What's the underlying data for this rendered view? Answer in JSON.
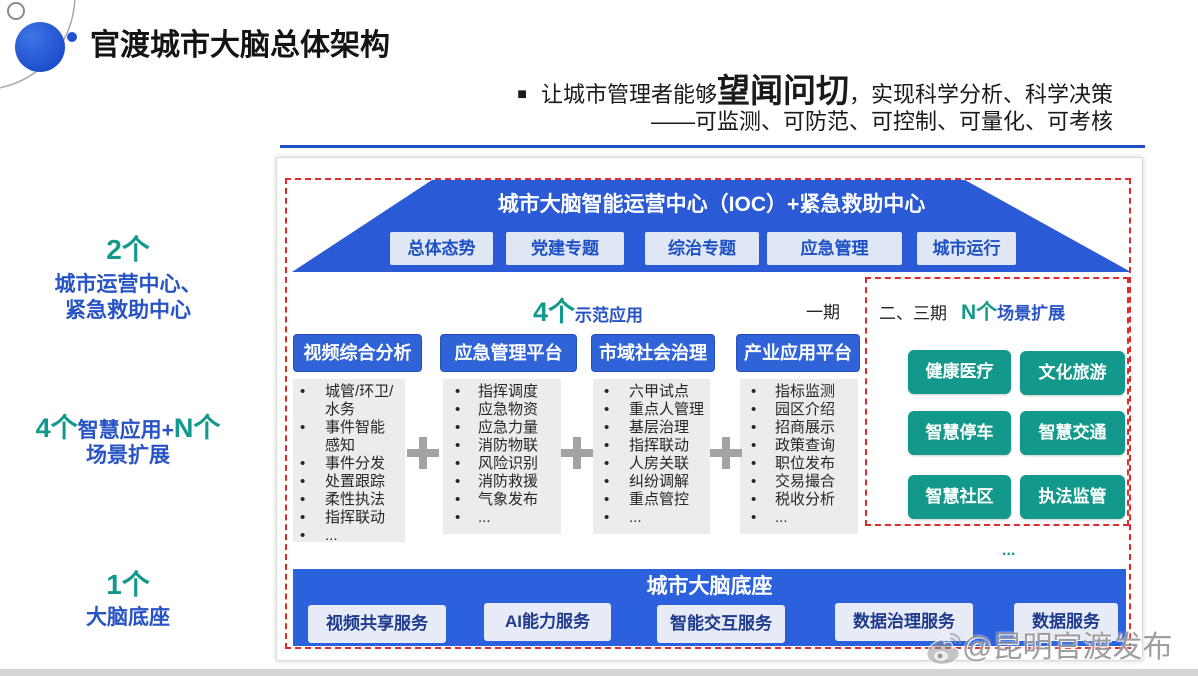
{
  "header": {
    "title": "官渡城市大脑总体架构",
    "bullet_symbol": "■",
    "slogan_prefix": "让城市管理者能够",
    "slogan_emphasis": "望闻问切",
    "slogan_suffix": "，实现科学分析、科学决策",
    "slogan_line2": "——可监测、可防范、可控制、可量化、可考核"
  },
  "left_labels": {
    "ioc": {
      "count": "2个",
      "line1": "城市运营中心、",
      "line2": "紧急救助中心"
    },
    "apps": {
      "count_a": "4个",
      "middle": "智慧应用+",
      "count_b": "N个",
      "line2": "场景扩展"
    },
    "base": {
      "count": "1个",
      "line1": "大脑底座"
    }
  },
  "ioc_center": {
    "title": "城市大脑智能运营中心（IOC）+紧急救助中心",
    "tabs": [
      "总体态势",
      "党建专题",
      "综治专题",
      "应急管理",
      "城市运行"
    ]
  },
  "demo_apps": {
    "count": "4个",
    "label": "示范应用",
    "phase": "一期",
    "apps": [
      {
        "name": "视频综合分析",
        "items": [
          "城管/环卫/水务",
          "事件智能感知",
          "事件分发",
          "处置跟踪",
          "柔性执法",
          "指挥联动",
          "..."
        ]
      },
      {
        "name": "应急管理平台",
        "items": [
          "指挥调度",
          "应急物资",
          "应急力量",
          "消防物联",
          "风险识别",
          "消防救援",
          "气象发布",
          "..."
        ]
      },
      {
        "name": "市域社会治理",
        "items": [
          "六甲试点",
          "重点人管理",
          "基层治理",
          "指挥联动",
          "人房关联",
          "纠纷调解",
          "重点管控",
          "..."
        ]
      },
      {
        "name": "产业应用平台",
        "items": [
          "指标监测",
          "园区介绍",
          "招商展示",
          "政策查询",
          "职位发布",
          "交易撮合",
          "税收分析",
          "..."
        ]
      }
    ]
  },
  "scenarios": {
    "phase": "二、三期",
    "count": "N个",
    "label": "场景扩展",
    "items": [
      "健康医疗",
      "文化旅游",
      "智慧停车",
      "智慧交通",
      "智慧社区",
      "执法监管"
    ],
    "more": "..."
  },
  "base": {
    "title": "城市大脑底座",
    "services": [
      "视频共享服务",
      "AI能力服务",
      "智能交互服务",
      "数据治理服务",
      "数据服务"
    ]
  },
  "watermark": {
    "text": "@昆明官渡发布",
    "logo_icon": "weibo-logo-icon"
  },
  "colors": {
    "primary_blue": "#2a5ad6",
    "header_blue": "#2f63d7",
    "base_blue": "#2c61de",
    "rule_blue": "#1d4fc8",
    "label_blue": "#2853c4",
    "teal": "#13998b",
    "red_dashed": "#e22a2a",
    "tab_bg": "#dfe6f4",
    "service_bg": "#e6ebf7",
    "list_bg": "#ececec"
  }
}
